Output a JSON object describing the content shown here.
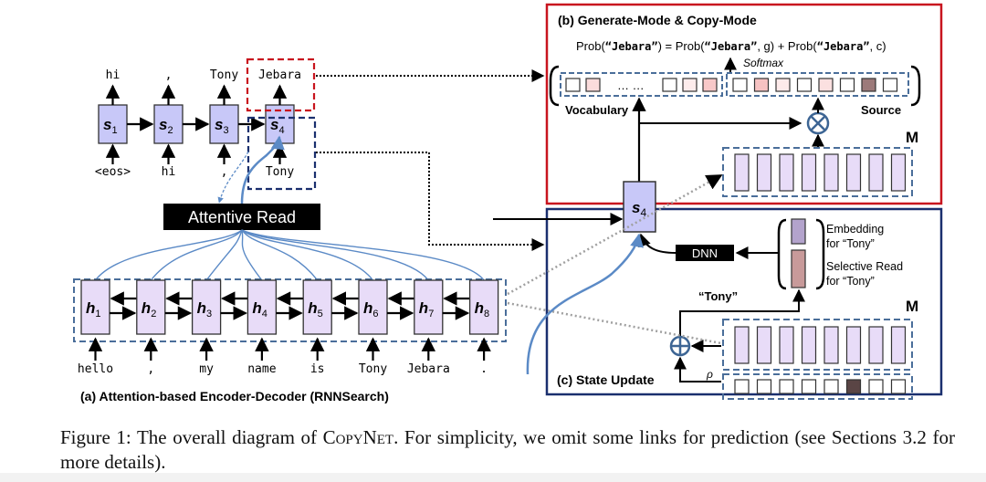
{
  "figure": {
    "caption_prefix": "Figure 1: The overall diagram of ",
    "caption_model": "CopyNet",
    "caption_suffix": ". For simplicity, we omit some links for prediction (see Sections 3.2 for more details)."
  },
  "decoder": {
    "states": [
      {
        "symbol": "s",
        "index": "1",
        "output": "hi",
        "input": "<eos>"
      },
      {
        "symbol": "s",
        "index": "2",
        "output": ",",
        "input": "hi"
      },
      {
        "symbol": "s",
        "index": "3",
        "output": "Tony",
        "input": ","
      },
      {
        "symbol": "s",
        "index": "4",
        "output": "Jebara",
        "input": "Tony"
      }
    ]
  },
  "attentive_read": {
    "label": "Attentive Read"
  },
  "encoder": {
    "caption": "(a) Attention-based Encoder-Decoder (RNNSearch)",
    "states": [
      {
        "symbol": "h",
        "index": "1",
        "input": "hello"
      },
      {
        "symbol": "h",
        "index": "2",
        "input": ","
      },
      {
        "symbol": "h",
        "index": "3",
        "input": "my"
      },
      {
        "symbol": "h",
        "index": "4",
        "input": "name"
      },
      {
        "symbol": "h",
        "index": "5",
        "input": "is"
      },
      {
        "symbol": "h",
        "index": "6",
        "input": "Tony"
      },
      {
        "symbol": "h",
        "index": "7",
        "input": "Jebara"
      },
      {
        "symbol": "h",
        "index": "8",
        "input": "."
      }
    ]
  },
  "panel_b": {
    "title": "(b) Generate-Mode & Copy-Mode",
    "formula": {
      "lhs_prefix": "Prob(",
      "lhs_word": "“Jebara”",
      "lhs_suffix": ") = Prob(",
      "g_word": "“Jebara”",
      "g_suffix": ", g) + Prob(",
      "c_word": "“Jebara”",
      "c_suffix": ", c)"
    },
    "softmax_label": "Softmax",
    "vocabulary_label": "Vocabulary",
    "source_label": "Source",
    "memory_label": "M",
    "vocab_cell_colors": [
      "#ffffff",
      "#fbdcdc",
      "#ffffff",
      "#fdecec",
      "#f8c8c8"
    ],
    "vocab_ellipsis": "… …",
    "source_cell_colors": [
      "#ffffff",
      "#f6c2c2",
      "#fdeaea",
      "#ffffff",
      "#fbe0e0",
      "#ffffff",
      "#9c7a7a",
      "#ffffff"
    ]
  },
  "panel_c": {
    "title": "(c) State Update",
    "state": {
      "symbol": "s",
      "index": "4"
    },
    "dnn_label": "DNN",
    "embedding_label_1": "Embedding",
    "embedding_label_2": "for “Tony”",
    "selective_label_1": "Selective Read",
    "selective_label_2": "for “Tony”",
    "tony_label": "“Tony”",
    "memory_label": "M",
    "rho_label": "ρ",
    "rho_cell_colors": [
      "#ffffff",
      "#ffffff",
      "#ffffff",
      "#ffffff",
      "#ffffff",
      "#5a4545",
      "#ffffff",
      "#ffffff"
    ]
  },
  "colors": {
    "panel_b_border": "#c8141e",
    "panel_c_border": "#1a2f6e",
    "dashed_blue": "#4a6e9a",
    "decoder_fill": "#c8c8f8",
    "encoder_fill": "#e8dcf8",
    "attention_line": "#5b8ac6",
    "embedding_fill": "#b3a3cc",
    "selective_fill": "#c89a9a"
  }
}
